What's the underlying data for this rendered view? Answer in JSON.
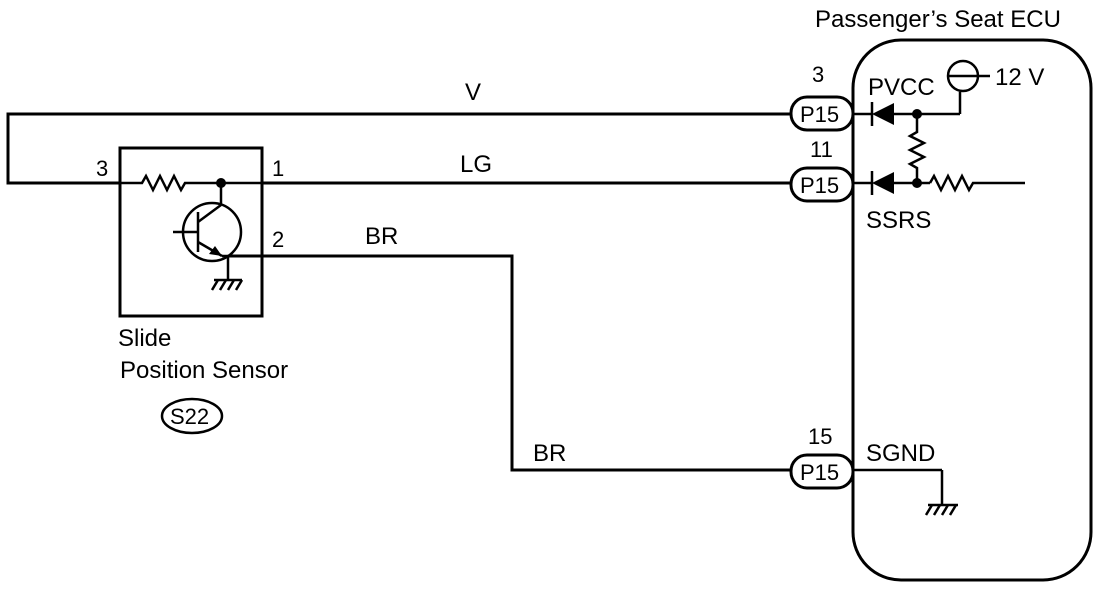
{
  "ecu": {
    "title": "Passenger’s Seat ECU",
    "pvcc_label": "PVCC",
    "ssrs_label": "SSRS",
    "sgnd_label": "SGND",
    "voltage_label": "12 V"
  },
  "connectors": [
    {
      "pin_number": "3",
      "connector": "P15",
      "wire_color": "V"
    },
    {
      "pin_number": "11",
      "connector": "P15",
      "wire_color": "LG"
    },
    {
      "pin_number": "15",
      "connector": "P15",
      "wire_color": "BR"
    }
  ],
  "sensor": {
    "name_line1": "Slide",
    "name_line2": "Position Sensor",
    "code": "S22",
    "pin_3": "3",
    "pin_1": "1",
    "pin_2": "2",
    "pin_2_wire_color": "BR"
  }
}
